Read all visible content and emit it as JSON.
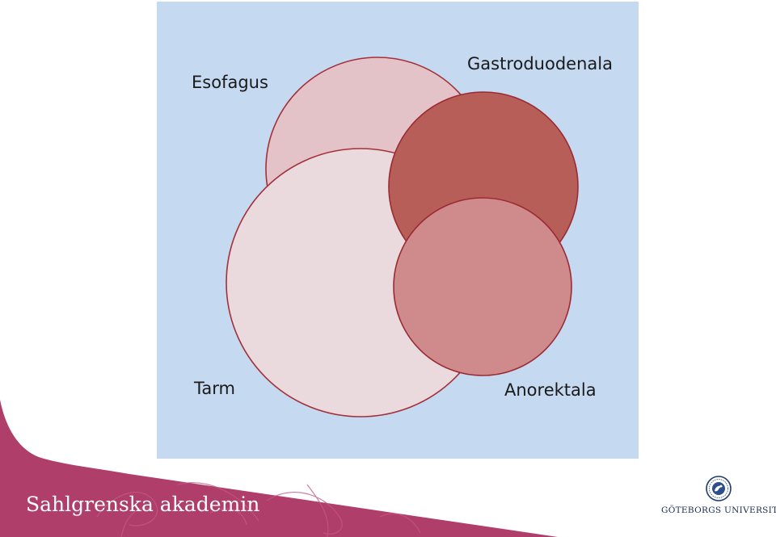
{
  "diagram": {
    "sets": [
      {
        "id": "esofagus",
        "label": "Esofagus",
        "fill": "#e3c3c7",
        "stroke": "#a3303a"
      },
      {
        "id": "gastroduodenala",
        "label": "Gastroduodenala",
        "fill": "#b85e59",
        "stroke": "#9b2a33"
      },
      {
        "id": "tarm",
        "label": "Tarm",
        "fill": "#eadade",
        "stroke": "#a3303a"
      },
      {
        "id": "anorektala",
        "label": "Anorektala",
        "fill": "#cf8a8b",
        "stroke": "#9b2a33"
      }
    ],
    "background": "#c5d9f0"
  },
  "footer": {
    "brand": "Sahlgrenska akademin",
    "brand_color": "#b03e6a",
    "university": "GÖTEBORGS UNIVERSITET"
  }
}
